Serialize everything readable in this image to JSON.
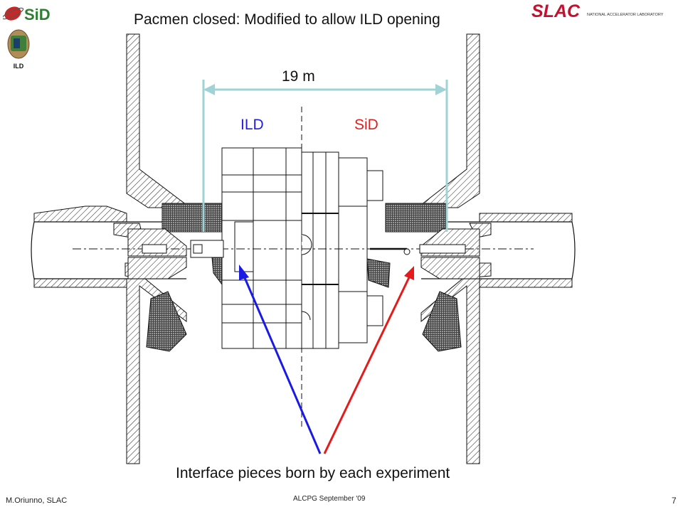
{
  "slide": {
    "title": "Pacmen closed: Modified to allow ILD opening",
    "dimension_label": "19 m",
    "left_detector_label": "ILD",
    "right_detector_label": "SiD",
    "caption": "Interface pieces born by each experiment",
    "footer_left": "M.Oriunno, SLAC",
    "footer_center": "ALCPG September '09",
    "page_number": "7"
  },
  "logos": {
    "sid_text": "SiD",
    "ild_text": "ILD",
    "slac_text": "SLAC",
    "slac_subtext": "NATIONAL ACCELERATOR LABORATORY"
  },
  "colors": {
    "ild_arrow": "#1a1ae6",
    "sid_arrow": "#e61a1a",
    "dimension_line": "#9fd3d6",
    "slac_red": "#c8102e"
  }
}
